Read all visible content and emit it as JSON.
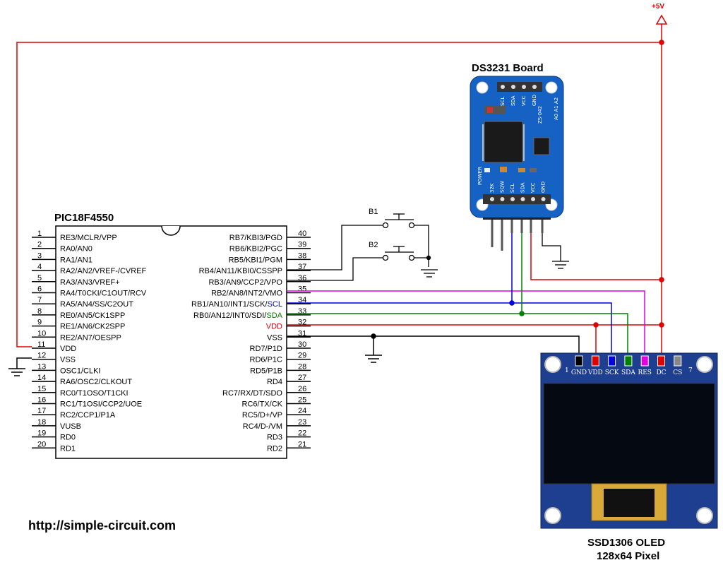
{
  "source_url": "http://simple-circuit.com",
  "power_label": "+5V",
  "mcu": {
    "name": "PIC18F4550",
    "left_pins": [
      {
        "num": "1",
        "label": "RE3/MCLR/VPP"
      },
      {
        "num": "2",
        "label": "RA0/AN0"
      },
      {
        "num": "3",
        "label": "RA1/AN1"
      },
      {
        "num": "4",
        "label": "RA2/AN2/VREF-/CVREF"
      },
      {
        "num": "5",
        "label": "RA3/AN3/VREF+"
      },
      {
        "num": "6",
        "label": "RA4/T0CKI/C1OUT/RCV"
      },
      {
        "num": "7",
        "label": "RA5/AN4/SS/C2OUT"
      },
      {
        "num": "8",
        "label": "RE0/AN5/CK1SPP"
      },
      {
        "num": "9",
        "label": "RE1/AN6/CK2SPP"
      },
      {
        "num": "10",
        "label": "RE2/AN7/OESPP"
      },
      {
        "num": "11",
        "label": "VDD",
        "color": "#e00000"
      },
      {
        "num": "12",
        "label": "VSS"
      },
      {
        "num": "13",
        "label": "OSC1/CLKI"
      },
      {
        "num": "14",
        "label": "RA6/OSC2/CLKOUT"
      },
      {
        "num": "15",
        "label": "RC0/T1OSO/T1CKI"
      },
      {
        "num": "16",
        "label": "RC1/T1OSI/CCP2/UOE"
      },
      {
        "num": "17",
        "label": "RC2/CCP1/P1A"
      },
      {
        "num": "18",
        "label": "VUSB"
      },
      {
        "num": "19",
        "label": "RD0"
      },
      {
        "num": "20",
        "label": "RD1"
      }
    ],
    "right_pins": [
      {
        "num": "40",
        "label": "RB7/KBI3/PGD"
      },
      {
        "num": "39",
        "label": "RB6/KBI2/PGC"
      },
      {
        "num": "38",
        "label": "RB5/KBI1/PGM"
      },
      {
        "num": "37",
        "label": "RB4/AN11/KBI0/CSSPP"
      },
      {
        "num": "36",
        "label": "RB3/AN9/CCP2/VPO"
      },
      {
        "num": "35",
        "label": "RB2/AN8/INT2/VMO",
        "numcolor": "#e000e0"
      },
      {
        "num": "34",
        "label": "RB1/AN10/INT1/SCK/",
        "extra": "SCL",
        "extracolor": "#0000e0",
        "numcolor": "#0000e0"
      },
      {
        "num": "33",
        "label": "RB0/AN12/INT0/SDI/",
        "extra": "SDA",
        "extracolor": "#008000",
        "numcolor": "#008000"
      },
      {
        "num": "32",
        "label": "VDD",
        "color": "#e00000",
        "numcolor": "#e00000"
      },
      {
        "num": "31",
        "label": "VSS"
      },
      {
        "num": "30",
        "label": "RD7/P1D"
      },
      {
        "num": "29",
        "label": "RD6/P1C"
      },
      {
        "num": "28",
        "label": "RD5/P1B"
      },
      {
        "num": "27",
        "label": "RD4"
      },
      {
        "num": "26",
        "label": "RC7/RX/DT/SDO"
      },
      {
        "num": "25",
        "label": "RC6/TX/CK"
      },
      {
        "num": "24",
        "label": "RC5/D+/VP"
      },
      {
        "num": "23",
        "label": "RC4/D-/VM"
      },
      {
        "num": "22",
        "label": "RD3"
      },
      {
        "num": "21",
        "label": "RD2"
      }
    ]
  },
  "buttons": [
    {
      "label": "B1"
    },
    {
      "label": "B2"
    }
  ],
  "rtc": {
    "name": "DS3231 Board",
    "top_pins": [
      "SCL",
      "SDA",
      "VCC",
      "GND"
    ],
    "bottom_pins": [
      "32K",
      "SQW",
      "SCL",
      "SDA",
      "VCC",
      "GND"
    ],
    "chip_label": "ZS-042",
    "side_label": "POWER",
    "addr_label": "A0 A1 A2"
  },
  "oled": {
    "name": "SSD1306 OLED",
    "subtitle": "128x64 Pixel",
    "pins": [
      "GND",
      "VDD",
      "SCK",
      "SDA",
      "RES",
      "DC",
      "CS"
    ],
    "pin_first": "1",
    "pin_last": "7"
  },
  "colors": {
    "vdd": "#e00000",
    "scl": "#0000e0",
    "sda": "#008000",
    "res": "#e000e0",
    "wire": "#000000",
    "board_blue": "#1662c4",
    "oled_board": "#1e3f8f"
  }
}
